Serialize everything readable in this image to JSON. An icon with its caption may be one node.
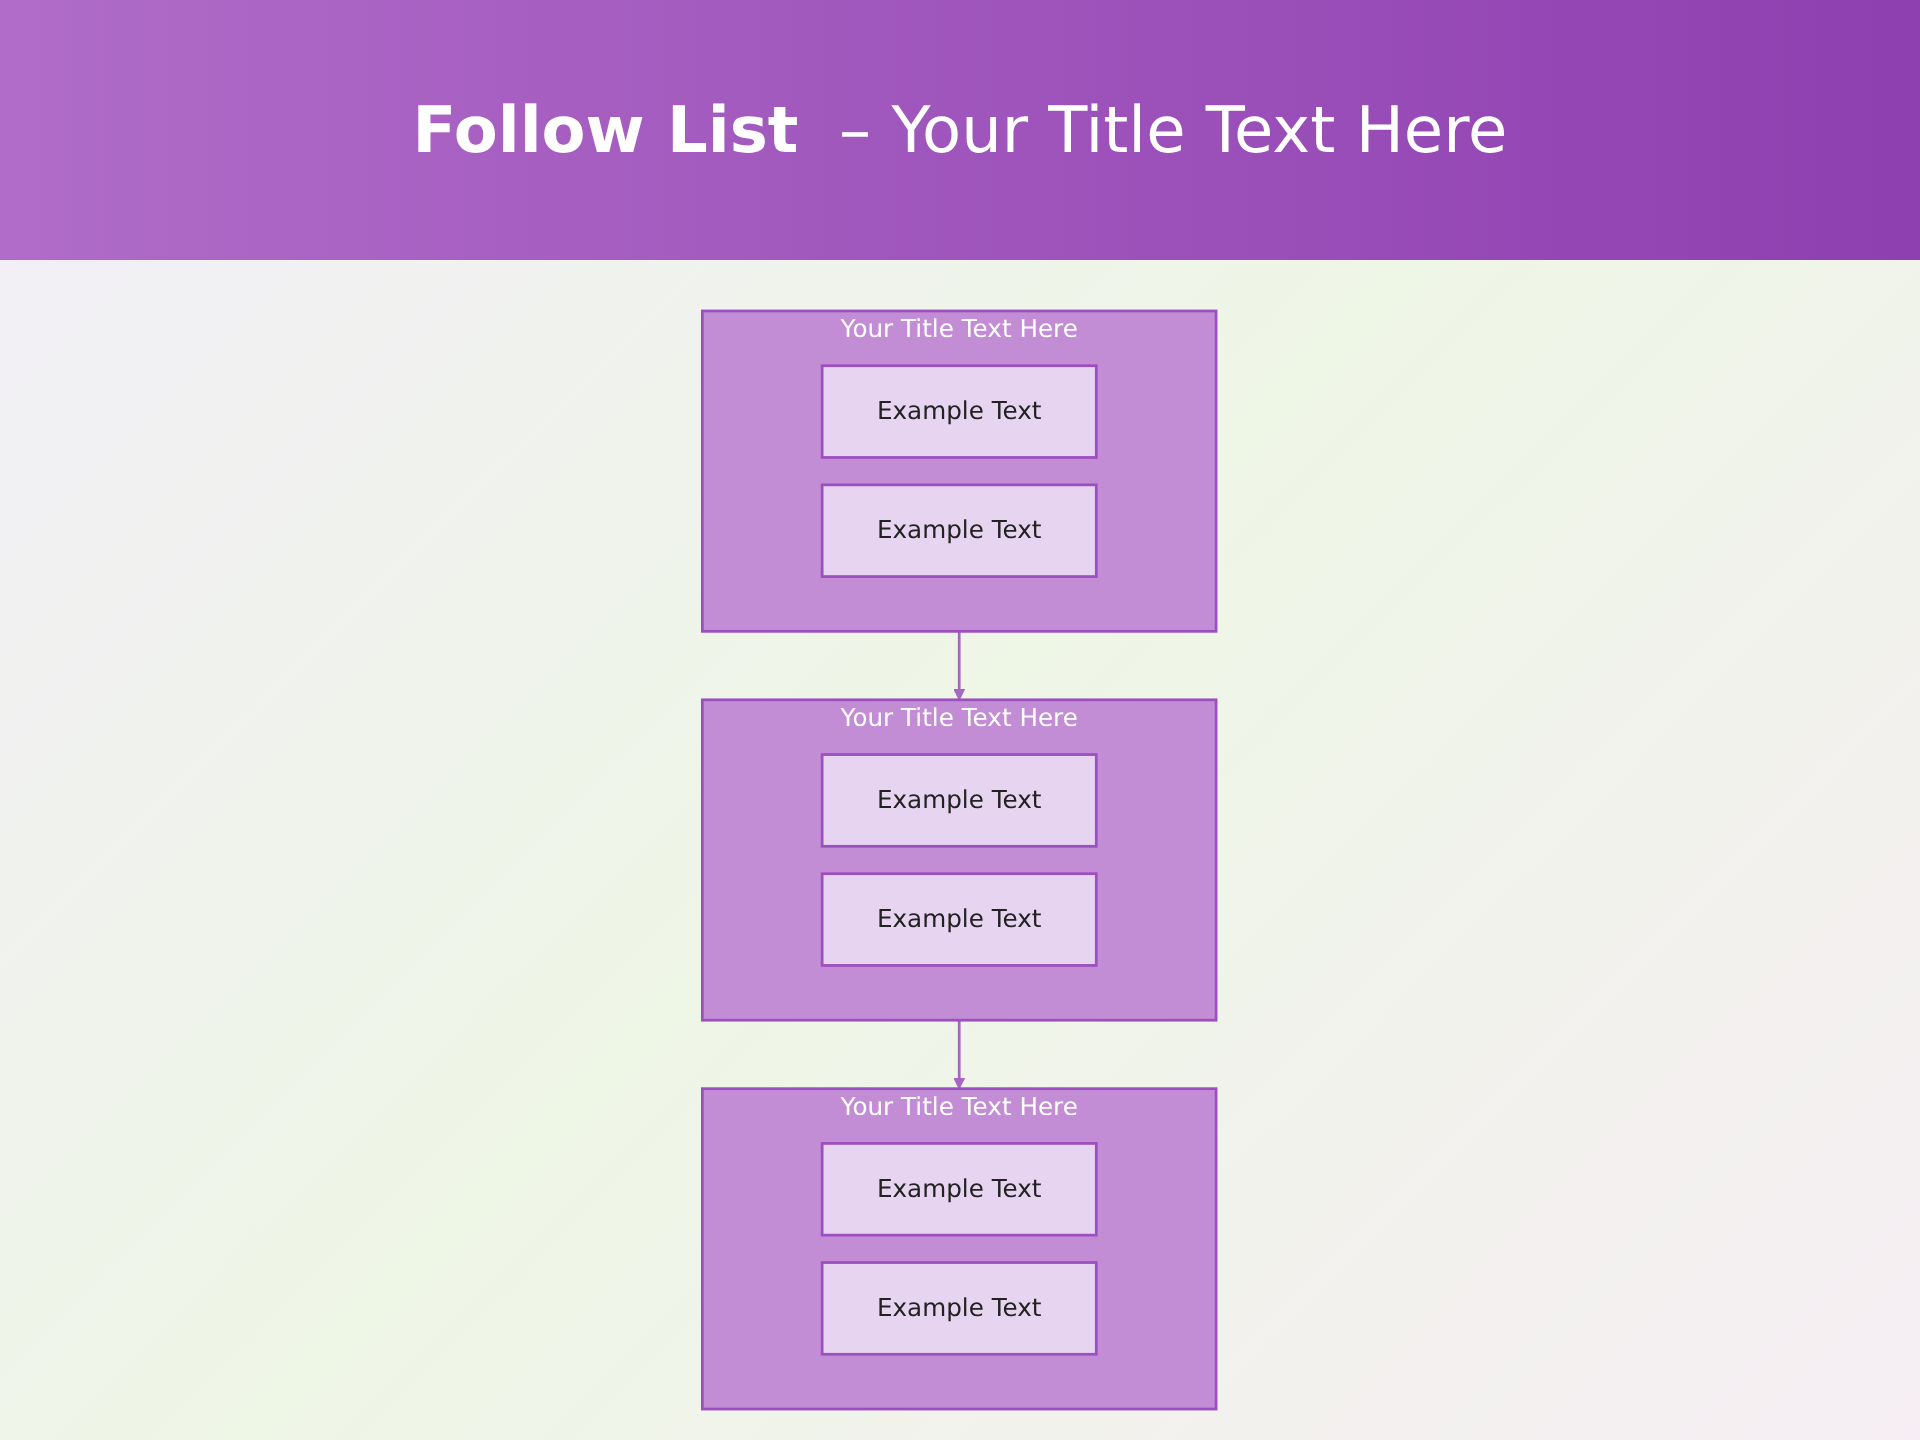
{
  "diagram": {
    "title": "**Follow List**  – Your Title Text Here",
    "nodes": [
      {
        "text": [
          "Your Title Text Here"
        ]
      },
      {
        "text": [
          "Example Text"
        ],
        "in": 0
      },
      {
        "text": [
          "Example Text"
        ],
        "in": 0
      },
      {
        "text": [
          "Your Title Text Here"
        ]
      },
      {
        "text": [
          "Example Text"
        ],
        "in": 3
      },
      {
        "text": [
          "Example Text"
        ],
        "in": 3
      },
      {
        "text": [
          "Your Title Text Here"
        ]
      },
      {
        "text": [
          "Example Text"
        ],
        "in": 6
      },
      {
        "text": [
          "Example Text"
        ],
        "in": 6
      }
    ],
    "edges": [
      {
        "from": 0,
        "to": 3,
        "arrow": "to"
      },
      {
        "from": 3,
        "to": 6,
        "arrow": "to"
      }
    ]
  }
}
